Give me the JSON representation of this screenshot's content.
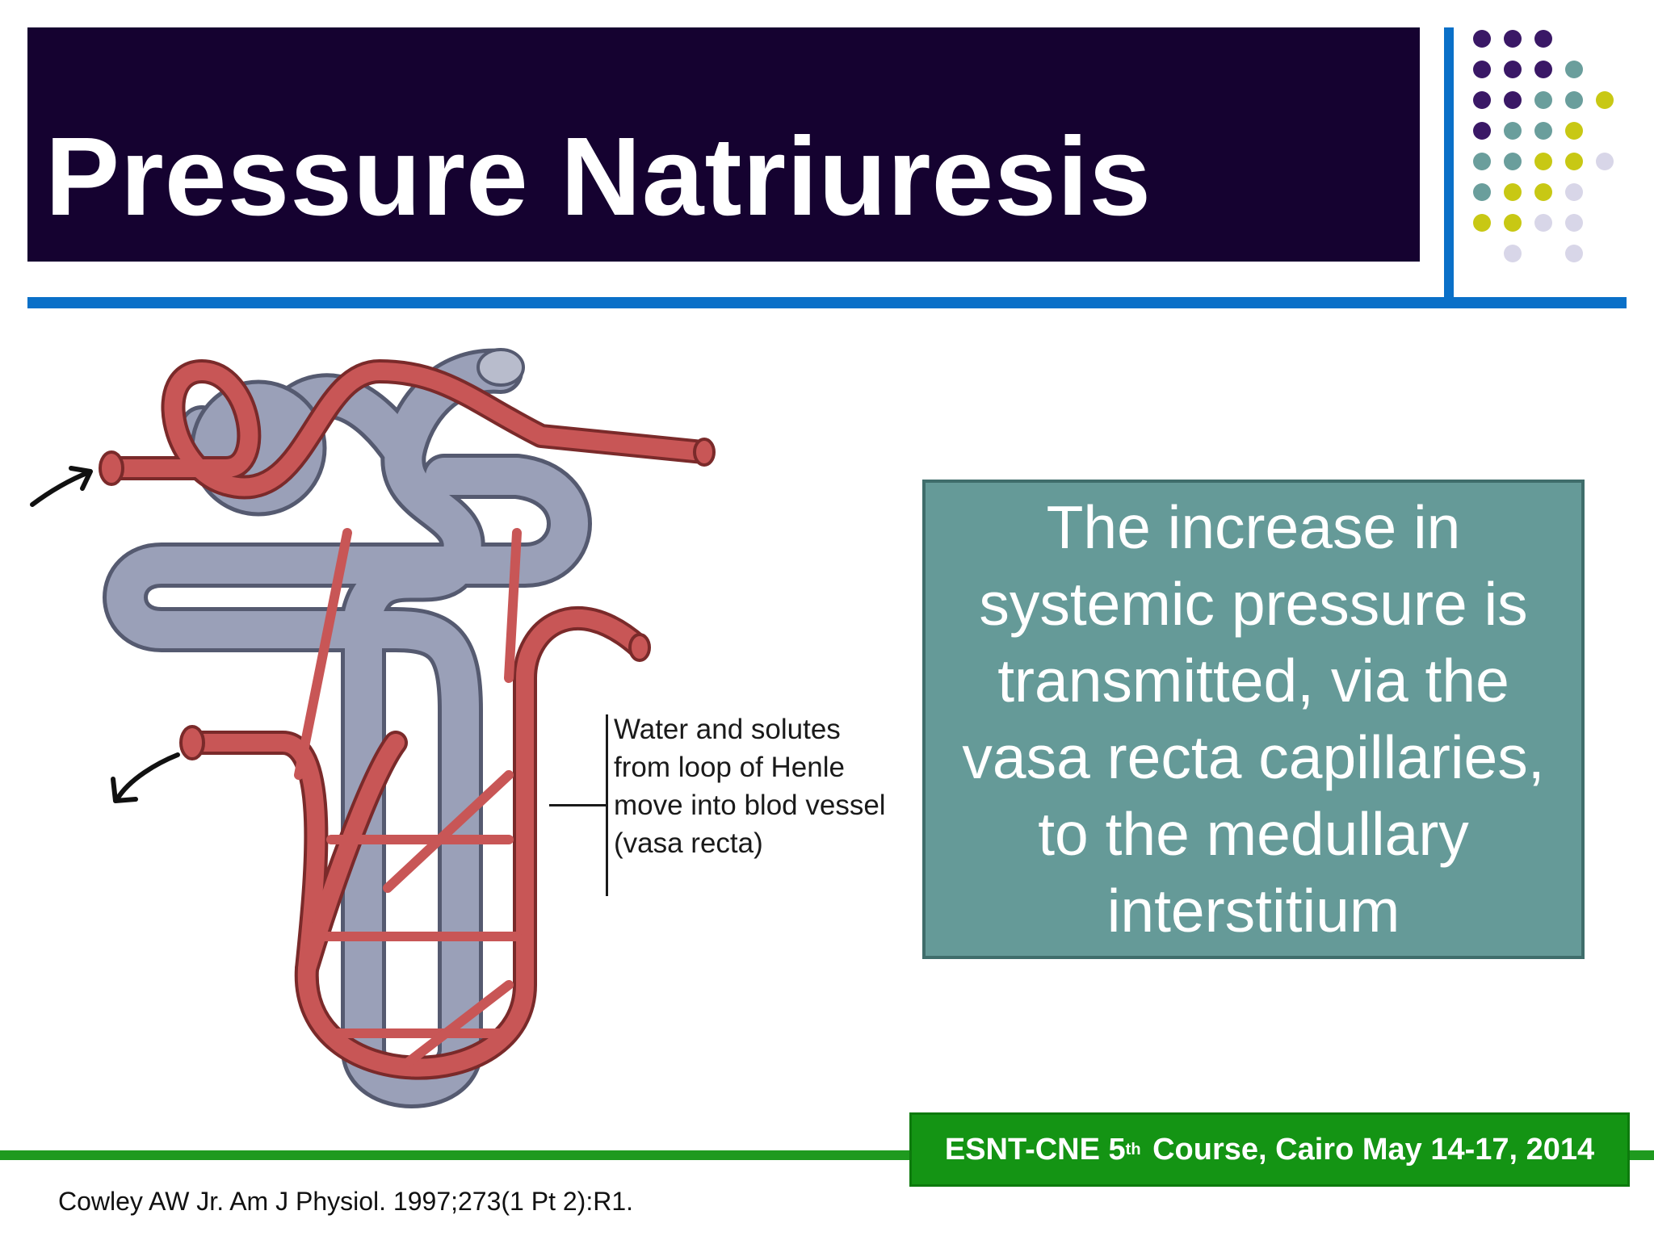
{
  "slide": {
    "title": "Pressure Natriuresis",
    "diagram_label": "Water and solutes from loop of Henle move into blod vessel (vasa recta)",
    "info_text": "The increase in systemic pressure is transmitted, via the vasa recta capillaries, to the medullary interstitium",
    "footer": {
      "pre": "ESNT-CNE 5",
      "sup": "th",
      "post": " Course, Cairo May 14-17, 2014"
    },
    "citation": "Cowley AW Jr. Am J Physiol. 1997;273(1 Pt 2):R1."
  },
  "colors": {
    "title_bg": "#150230",
    "accent_blue": "#0a70c8",
    "info_box": "#659a98",
    "footer_green": "#149414",
    "vessel_red": "#c85656",
    "tubule_gray": "#9aa0b8",
    "dot_purple": "#3a1866",
    "dot_teal": "#6a9e9c",
    "dot_olive": "#c8c814",
    "dot_lavender": "#d8d6e8"
  }
}
